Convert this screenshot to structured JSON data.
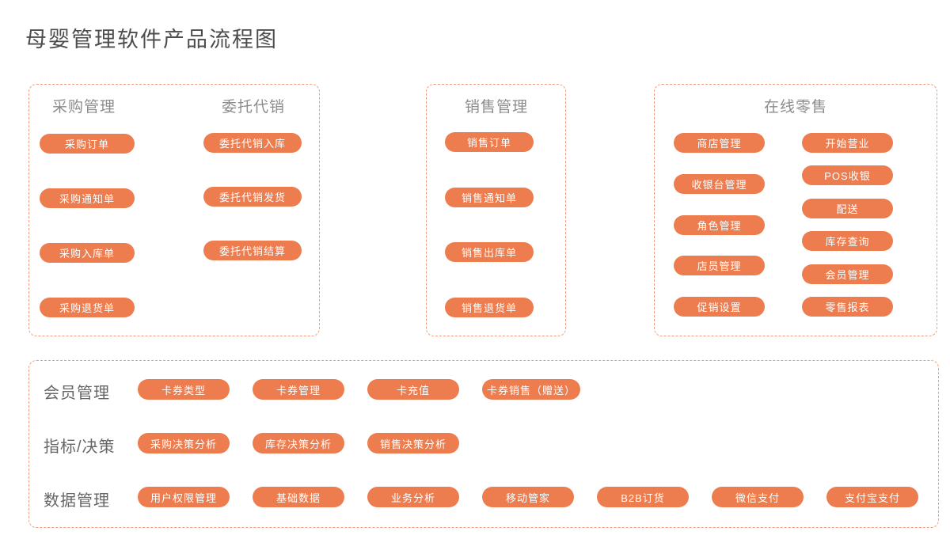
{
  "title": "母婴管理软件产品流程图",
  "colors": {
    "pill_bg": "#ED7C4E",
    "pill_text": "#FFFFFF",
    "box_border": "#F19C7C",
    "section_header_text": "#8C8C8C",
    "row_label_text": "#666666",
    "title_text": "#4D4D4D",
    "background": "#FFFFFF"
  },
  "sections": {
    "purchase": {
      "header": "采购管理",
      "pills": [
        "采购订单",
        "采购通知单",
        "采购入库单",
        "采购退货单"
      ]
    },
    "consignment": {
      "header": "委托代销",
      "pills": [
        "委托代销入库",
        "委托代销发货",
        "委托代销结算"
      ]
    },
    "sales": {
      "header": "销售管理",
      "pills": [
        "销售订单",
        "销售通知单",
        "销售出库单",
        "销售退货单"
      ]
    },
    "online_retail": {
      "header": "在线零售",
      "left_pills": [
        "商店管理",
        "收银台管理",
        "角色管理",
        "店员管理",
        "促销设置"
      ],
      "right_pills": [
        "开始营业",
        "POS收银",
        "配送",
        "库存查询",
        "会员管理",
        "零售报表"
      ]
    }
  },
  "bottom_rows": [
    {
      "label": "会员管理",
      "pills": [
        "卡券类型",
        "卡券管理",
        "卡充值",
        "卡券销售（赠送）"
      ]
    },
    {
      "label": "指标/决策",
      "pills": [
        "采购决策分析",
        "库存决策分析",
        "销售决策分析"
      ]
    },
    {
      "label": "数据管理",
      "pills": [
        "用户权限管理",
        "基础数据",
        "业务分析",
        "移动管家",
        "B2B订货",
        "微信支付",
        "支付宝支付"
      ]
    }
  ]
}
